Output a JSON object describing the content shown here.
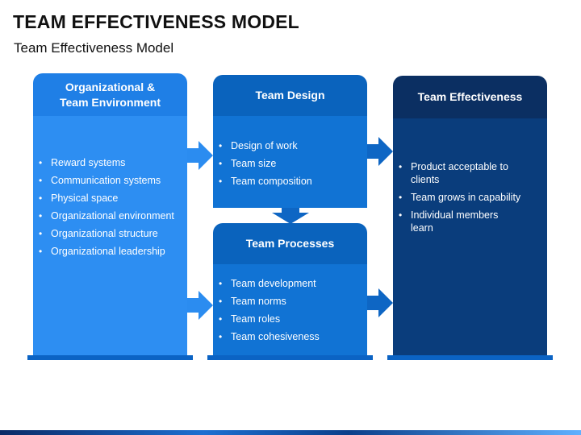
{
  "title": "TEAM EFFECTIVENESS MODEL",
  "subtitle": "Team Effectiveness Model",
  "colors": {
    "col1_head": "#1f7fe6",
    "col1_body": "#2d8ef2",
    "col2_head": "#0a63bd",
    "col2_body": "#1173d4",
    "col3_head": "#0b2f62",
    "col3_body": "#0a3d7c",
    "arrow_light": "#2b8cf0",
    "arrow_mid": "#0e66c4",
    "base": "#0b63c4"
  },
  "cards": {
    "environment": {
      "title": "Organizational & Team Environment",
      "items": [
        "Reward systems",
        "Communication systems",
        "Physical space",
        "Organizational environment",
        "Organizational structure",
        "Organizational leadership"
      ]
    },
    "design": {
      "title": "Team Design",
      "items": [
        "Design of work",
        "Team size",
        "Team composition"
      ]
    },
    "processes": {
      "title": "Team Processes",
      "items": [
        "Team development",
        "Team norms",
        "Team roles",
        "Team cohesiveness"
      ]
    },
    "effectiveness": {
      "title": "Team Effectiveness",
      "items": [
        "Product acceptable to clients",
        "Team grows in capability",
        "Individual members learn"
      ]
    }
  }
}
